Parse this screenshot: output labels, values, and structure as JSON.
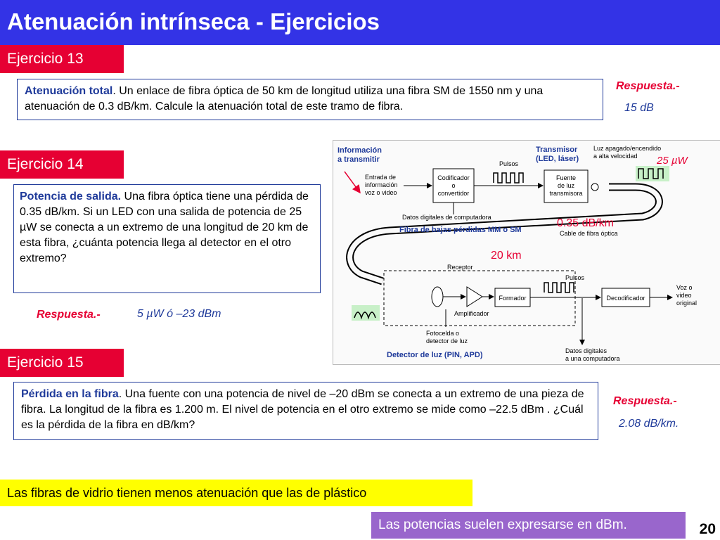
{
  "title": "Atenuación intrínseca - Ejercicios",
  "ex13": {
    "tag": "Ejercicio 13",
    "lead": "Atenuación total",
    "text": ". Un enlace de fibra óptica de 50 km de longitud utiliza una fibra SM de 1550 nm y una atenuación de 0.3 dB/km. Calcule la atenuación total de este tramo de fibra.",
    "answer_label": "Respuesta.-",
    "answer": "15 dB"
  },
  "ex14": {
    "tag": "Ejercicio 14",
    "lead": "Potencia de salida.",
    "text": " Una fibra óptica tiene una pérdida de 0.35 dB/km. Si un LED con una salida de potencia de 25 µW se conecta a un extremo de una longitud de 20 km de esta fibra, ¿cuánta potencia llega al detector en el otro extremo?",
    "answer_label": "Respuesta.-",
    "answer": "5 µW  ó –23 dBm"
  },
  "ex15": {
    "tag": "Ejercicio 15",
    "lead": "Pérdida en la fibra",
    "text": ". Una fuente con una potencia de nivel de –20 dBm se conecta a un extremo de una pieza de fibra. La longitud de la fibra es 1.200 m. El nivel de potencia en el otro extremo se mide como –22.5 dBm . ¿Cuál es la pérdida de la fibra en dB/km?",
    "answer_label": "Respuesta.-",
    "answer": "2.08 dB/km."
  },
  "diagram": {
    "info_in": "Información\na transmitir",
    "transmitter": "Transmisor\n(LED, láser)",
    "light": "Luz apagado/encendido\na alta velocidad",
    "power": "25 µW",
    "pulses_top": "Pulsos",
    "input": "Entrada de\ninformación\nvoz o video",
    "encoder": "Codificador\no\nconvertidor",
    "source": "Fuente\nde luz\ntransmisora",
    "digital_top": "Datos digitales de computadora",
    "attenuation": "0.35 dB/km",
    "cable": "Cable de fibra óptica",
    "fiber_type": "Fibra de bajas pérdidas MM o SM",
    "length": "20 km",
    "receiver": "Receptor",
    "pulses_bottom": "Pulsos",
    "amplifier": "Amplificador",
    "former": "Formador",
    "decoder": "Decodificador",
    "output": "Voz o\nvideo\noriginal",
    "photocell": "Fotocelda o\ndetector de luz",
    "detector": "Detector de luz (PIN, APD)",
    "digital_bottom": "Datos digitales\na una computadora"
  },
  "notes": {
    "n1": "Las fibras de vidrio tienen menos atenuación que las de plástico",
    "n2": "Las potencias suelen expresarse en dBm."
  },
  "page_number": "20",
  "colors": {
    "title_bg": "#3333e6",
    "tag_bg": "#e60033",
    "box_border": "#1f3a9a",
    "note_yellow": "#ffff00",
    "note_purple": "#9966cc"
  }
}
